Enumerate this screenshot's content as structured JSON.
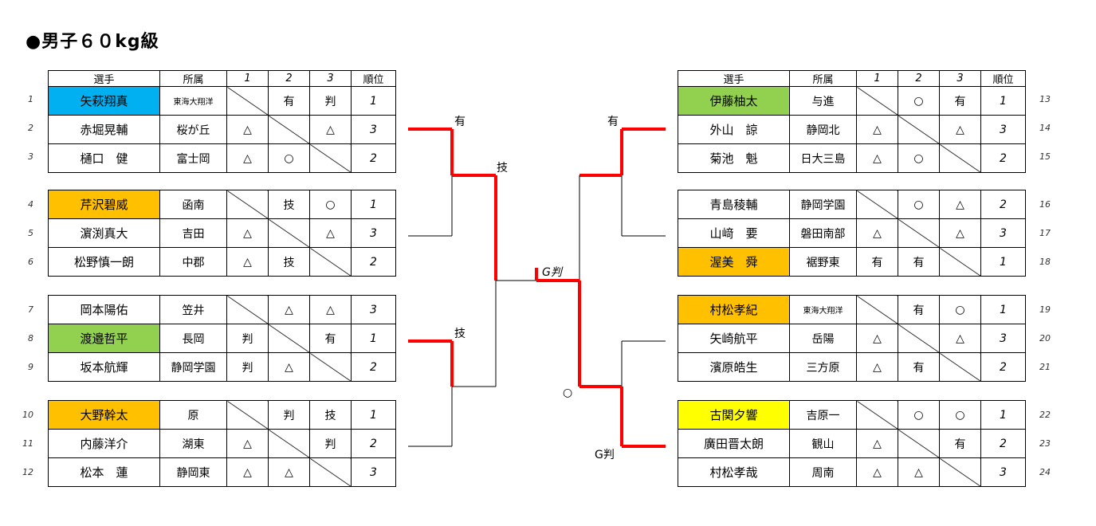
{
  "title": "●男子６０kg級",
  "header": {
    "name": "選手",
    "aff": "所属",
    "c1": "1",
    "c2": "2",
    "c3": "3",
    "rank": "順位"
  },
  "left_pools": [
    {
      "rows": [
        {
          "num": "1",
          "name": "矢萩翔真",
          "aff": "東海大翔洋",
          "r": [
            "",
            "有",
            "判"
          ],
          "rank": "1",
          "hl": "blue",
          "small": true
        },
        {
          "num": "2",
          "name": "赤堀晃輔",
          "aff": "桜が丘",
          "r": [
            "△",
            "",
            "△"
          ],
          "rank": "3",
          "hl": ""
        },
        {
          "num": "3",
          "name": "樋口　健",
          "aff": "富士岡",
          "r": [
            "△",
            "○",
            ""
          ],
          "rank": "2",
          "hl": ""
        }
      ]
    },
    {
      "rows": [
        {
          "num": "4",
          "name": "芹沢碧威",
          "aff": "函南",
          "r": [
            "",
            "技",
            "○"
          ],
          "rank": "1",
          "hl": "orange"
        },
        {
          "num": "5",
          "name": "濵渕真大",
          "aff": "吉田",
          "r": [
            "△",
            "",
            "△"
          ],
          "rank": "3",
          "hl": ""
        },
        {
          "num": "6",
          "name": "松野慎一朗",
          "aff": "中郡",
          "r": [
            "△",
            "技",
            ""
          ],
          "rank": "2",
          "hl": ""
        }
      ]
    },
    {
      "rows": [
        {
          "num": "7",
          "name": "岡本陽佑",
          "aff": "笠井",
          "r": [
            "",
            "△",
            "△"
          ],
          "rank": "3",
          "hl": ""
        },
        {
          "num": "8",
          "name": "渡邉哲平",
          "aff": "長岡",
          "r": [
            "判",
            "",
            "有"
          ],
          "rank": "1",
          "hl": "green"
        },
        {
          "num": "9",
          "name": "坂本航輝",
          "aff": "静岡学園",
          "r": [
            "判",
            "△",
            ""
          ],
          "rank": "2",
          "hl": ""
        }
      ]
    },
    {
      "rows": [
        {
          "num": "10",
          "name": "大野幹太",
          "aff": "原",
          "r": [
            "",
            "判",
            "技"
          ],
          "rank": "1",
          "hl": "orange"
        },
        {
          "num": "11",
          "name": "内藤洋介",
          "aff": "湖東",
          "r": [
            "△",
            "",
            "判"
          ],
          "rank": "2",
          "hl": ""
        },
        {
          "num": "12",
          "name": "松本　蓮",
          "aff": "静岡東",
          "r": [
            "△",
            "△",
            ""
          ],
          "rank": "3",
          "hl": ""
        }
      ]
    }
  ],
  "right_pools": [
    {
      "rows": [
        {
          "num": "13",
          "name": "伊藤柚太",
          "aff": "与進",
          "r": [
            "",
            "○",
            "有"
          ],
          "rank": "1",
          "hl": "green"
        },
        {
          "num": "14",
          "name": "外山　諒",
          "aff": "静岡北",
          "r": [
            "△",
            "",
            "△"
          ],
          "rank": "3",
          "hl": ""
        },
        {
          "num": "15",
          "name": "菊池　魁",
          "aff": "日大三島",
          "r": [
            "△",
            "○",
            ""
          ],
          "rank": "2",
          "hl": ""
        }
      ]
    },
    {
      "rows": [
        {
          "num": "16",
          "name": "青島稜輔",
          "aff": "静岡学園",
          "r": [
            "",
            "○",
            "△"
          ],
          "rank": "2",
          "hl": ""
        },
        {
          "num": "17",
          "name": "山﨑　要",
          "aff": "磐田南部",
          "r": [
            "△",
            "",
            "△"
          ],
          "rank": "3",
          "hl": ""
        },
        {
          "num": "18",
          "name": "渥美　舜",
          "aff": "裾野東",
          "r": [
            "有",
            "有",
            ""
          ],
          "rank": "1",
          "hl": "orange"
        }
      ]
    },
    {
      "rows": [
        {
          "num": "19",
          "name": "村松孝紀",
          "aff": "東海大翔洋",
          "r": [
            "",
            "有",
            "○"
          ],
          "rank": "1",
          "hl": "orange",
          "small": true
        },
        {
          "num": "20",
          "name": "矢崎航平",
          "aff": "岳陽",
          "r": [
            "△",
            "",
            "△"
          ],
          "rank": "3",
          "hl": ""
        },
        {
          "num": "21",
          "name": "濱原皓生",
          "aff": "三方原",
          "r": [
            "△",
            "有",
            ""
          ],
          "rank": "2",
          "hl": ""
        }
      ]
    },
    {
      "rows": [
        {
          "num": "22",
          "name": "古関夕響",
          "aff": "吉原一",
          "r": [
            "",
            "○",
            "○"
          ],
          "rank": "1",
          "hl": "yellow"
        },
        {
          "num": "23",
          "name": "廣田晋太朗",
          "aff": "観山",
          "r": [
            "△",
            "",
            "有"
          ],
          "rank": "2",
          "hl": ""
        },
        {
          "num": "24",
          "name": "村松孝哉",
          "aff": "周南",
          "r": [
            "△",
            "△",
            ""
          ],
          "rank": "3",
          "hl": ""
        }
      ]
    }
  ],
  "bracket_labels": {
    "l1": "有",
    "l2": "技",
    "l3": "技",
    "r1": "有",
    "r2": "○",
    "r3": "G判",
    "final": "G判"
  },
  "colors": {
    "blue": "#00b0f0",
    "green": "#92d050",
    "orange": "#ffc000",
    "yellow": "#ffff00",
    "winner_line": "#ff0000"
  }
}
